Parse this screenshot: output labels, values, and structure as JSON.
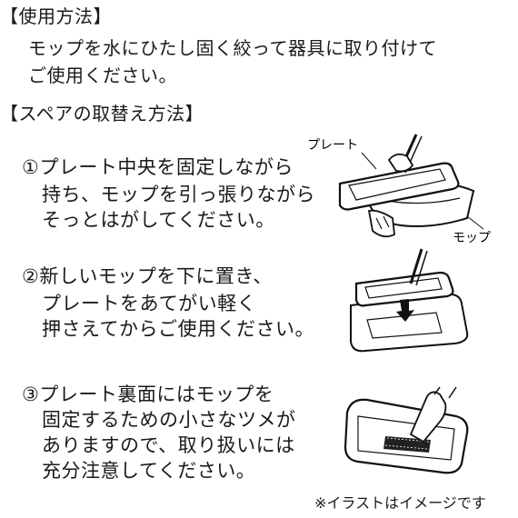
{
  "usage": {
    "heading": "【使用方法】",
    "lines": [
      "モップを水にひたし固く絞って器具に取り付けて",
      "ご使用ください。"
    ]
  },
  "spare": {
    "heading": "【スペアの取替え方法】"
  },
  "steps": [
    {
      "lines": [
        "①プレート中央を固定しながら",
        "持ち、モップを引っ張りながら",
        "そっとはがしてください。"
      ],
      "labels": {
        "plate": "プレート",
        "mop": "モップ"
      },
      "illustration_icon": "plate-removal-illustration"
    },
    {
      "lines": [
        "②新しいモップを下に置き、",
        "プレートをあてがい軽く",
        "押さえてからご使用ください。"
      ],
      "illustration_icon": "plate-press-illustration"
    },
    {
      "lines": [
        "③プレート裏面にはモップを",
        "固定するための小さなツメが",
        "ありますので、取り扱いには",
        "充分注意してください。"
      ],
      "illustration_icon": "plate-hooks-illustration"
    }
  ],
  "footnote": "※イラストはイメージです",
  "colors": {
    "text": "#1a1a1a",
    "background": "#ffffff"
  }
}
